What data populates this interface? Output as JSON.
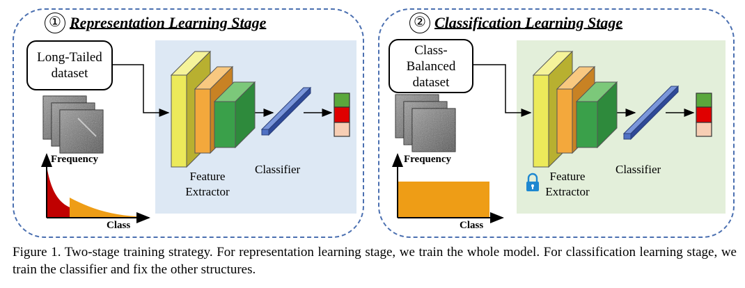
{
  "stage1": {
    "number": "①",
    "title": "Representation Learning Stage",
    "dataset": "Long-Tailed dataset",
    "freq_label": "Frequency",
    "class_label": "Class",
    "feature_extractor": "Feature Extractor",
    "classifier": "Classifier",
    "panel_color": "#dde8f4"
  },
  "stage2": {
    "number": "②",
    "title": "Classification Learning Stage",
    "dataset": "Class-Balanced dataset",
    "freq_label": "Frequency",
    "class_label": "Class",
    "feature_extractor": "Feature Extractor",
    "classifier": "Classifier",
    "lock_icon": "lock-icon",
    "panel_color": "#e3efda"
  },
  "colors": {
    "border": "#4a6fb0",
    "block_yellow": "#ecea5a",
    "block_orange": "#f3a83c",
    "block_green": "#3aa04a",
    "classifier_blue": "#4f71c4",
    "output_green": "#5aa83c",
    "output_red": "#e00000",
    "output_peach": "#f7ceb4",
    "longtail_red": "#c00000",
    "longtail_orange": "#ee9d16",
    "balanced_orange": "#ee9d16"
  },
  "caption": "Figure 1. Two-stage training strategy. For representation learning stage, we train the whole model. For classification learning stage, we train the classifier and fix the other structures."
}
